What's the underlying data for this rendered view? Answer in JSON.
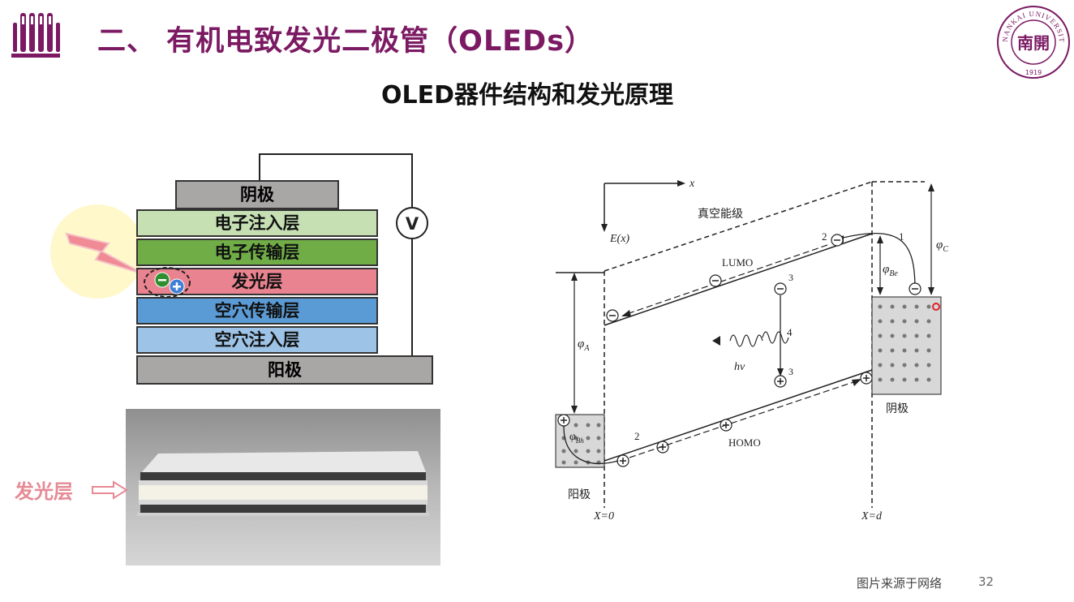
{
  "header": {
    "title": "二、 有机电致发光二极管（OLEDs）",
    "subtitle": "OLED器件结构和发光原理",
    "seal_text_top": "NANKAI UNIVERSITY",
    "seal_year": "1919",
    "seal_center": "南開"
  },
  "layers": {
    "cathode": "阴极",
    "electron_injection": "电子注入层",
    "electron_transport": "电子传输层",
    "emissive": "发光层",
    "hole_transport": "空穴传输层",
    "hole_injection": "空穴注入层",
    "anode": "阳极",
    "voltmeter": "V"
  },
  "photo": {
    "emissive_label": "发光层"
  },
  "energy_diagram": {
    "x_axis": "x",
    "y_axis": "E(x)",
    "vacuum_level": "真空能级",
    "lumo": "LUMO",
    "homo": "HOMO",
    "phi_c": "φ",
    "phi_c_sub": "C",
    "phi_be": "φ",
    "phi_be_sub": "Be",
    "phi_a": "φ",
    "phi_a_sub": "A",
    "phi_bh": "φ",
    "phi_bh_sub": "Bh",
    "photon": "hν",
    "anode": "阳极",
    "cathode": "阴极",
    "x_zero": "X=0",
    "x_d": "X=d",
    "step_1": "1",
    "step_2": "2",
    "step_3": "3",
    "step_4": "4"
  },
  "footer": {
    "source": "图片来源于网络",
    "page": "32"
  },
  "colors": {
    "title": "#7b1a63",
    "electron_injection": "#c6e0b4",
    "electron_transport": "#70ad47",
    "emissive": "#e8838f",
    "hole_transport": "#5b9bd5",
    "hole_injection": "#9dc3e6",
    "electrode": "#a9a6a6"
  }
}
